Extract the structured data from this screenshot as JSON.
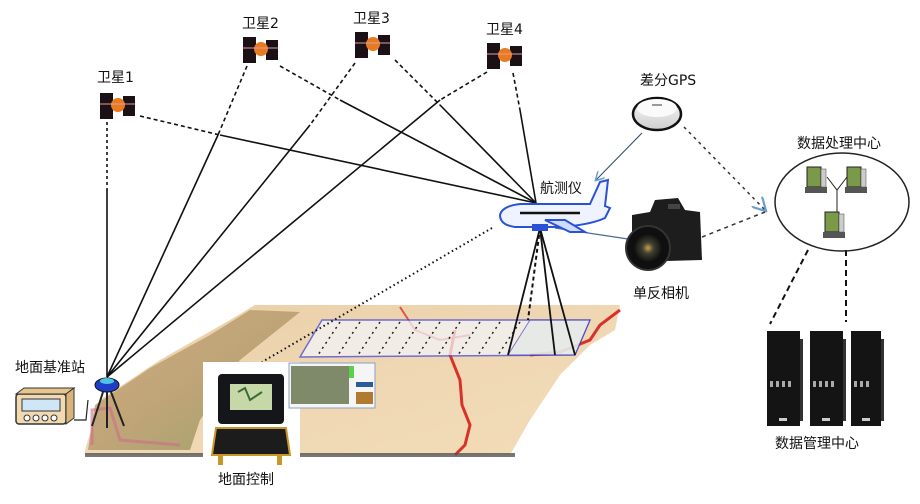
{
  "diagram": {
    "type": "aerial-survey-system",
    "satellites": [
      {
        "id": "sat1",
        "label": "卫星1"
      },
      {
        "id": "sat2",
        "label": "卫星2"
      },
      {
        "id": "sat3",
        "label": "卫星3"
      },
      {
        "id": "sat4",
        "label": "卫星4"
      }
    ],
    "nodes": {
      "differential_gps": {
        "label": "差分GPS"
      },
      "aircraft": {
        "label": "航测仪"
      },
      "camera": {
        "label": "单反相机"
      },
      "data_processing_center": {
        "label": "数据处理中心"
      },
      "data_management_center": {
        "label": "数据管理中心"
      },
      "ground_base_station": {
        "label": "地面基准站"
      },
      "ground_control": {
        "label": "地面控制"
      }
    },
    "connections": [
      {
        "from": "卫星1",
        "to": "地面基准站",
        "style": "dashed-then-solid"
      },
      {
        "from": "卫星1",
        "to": "航测仪",
        "style": "dashed-then-solid"
      },
      {
        "from": "卫星2",
        "to": "地面基准站",
        "style": "dashed-then-solid"
      },
      {
        "from": "卫星2",
        "to": "航测仪",
        "style": "dashed-then-solid"
      },
      {
        "from": "卫星3",
        "to": "地面基准站",
        "style": "dashed-then-solid"
      },
      {
        "from": "卫星3",
        "to": "航测仪",
        "style": "dashed-then-solid"
      },
      {
        "from": "卫星4",
        "to": "地面基准站",
        "style": "dashed-then-solid"
      },
      {
        "from": "卫星4",
        "to": "航测仪",
        "style": "dashed-then-solid"
      },
      {
        "from": "差分GPS",
        "to": "航测仪",
        "style": "solid-arrow"
      },
      {
        "from": "差分GPS",
        "to": "数据处理中心",
        "style": "dashed-arrow"
      },
      {
        "from": "单反相机",
        "to": "数据处理中心",
        "style": "dashed"
      },
      {
        "from": "航测仪",
        "to": "单反相机",
        "style": "solid"
      },
      {
        "from": "航测仪",
        "to": "地面控制",
        "style": "dotted"
      },
      {
        "from": "数据处理中心",
        "to": "数据管理中心",
        "style": "dashed"
      }
    ],
    "colors": {
      "aircraft": "#2a52d8",
      "terrain": "#e8c9a0",
      "river": "#d8322a",
      "base_station_dome": "#2040c8",
      "line": "#111111"
    }
  }
}
